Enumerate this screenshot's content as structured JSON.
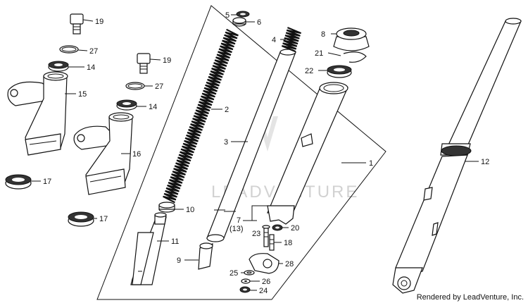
{
  "callouts": {
    "c1": "1",
    "c2": "2",
    "c3": "3",
    "c4": "4",
    "c5": "5",
    "c6": "6",
    "c7": "7",
    "c13": "(13)",
    "c8": "8",
    "c9": "9",
    "c10": "10",
    "c11": "11",
    "c12": "12",
    "c14a": "14",
    "c14b": "14",
    "c15": "15",
    "c16": "16",
    "c17a": "17",
    "c17b": "17",
    "c18": "18",
    "c19a": "19",
    "c19b": "19",
    "c20": "20",
    "c21": "21",
    "c22": "22",
    "c23": "23",
    "c24": "24",
    "c25": "25",
    "c26": "26",
    "c27a": "27",
    "c27b": "27",
    "c28": "28"
  },
  "watermark": "LEADVENTURE",
  "credit": "Rendered by LeadVenture, Inc.",
  "colors": {
    "ink": "#111111",
    "watermark": "#d2d2d2",
    "background": "#ffffff"
  }
}
